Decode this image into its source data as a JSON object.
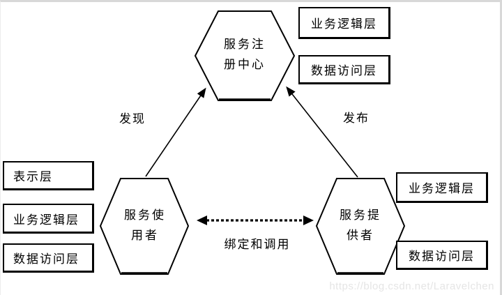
{
  "nodes": {
    "registry": {
      "line1": "服务注",
      "line2": "册中心"
    },
    "consumer": {
      "line1": "服务使",
      "line2": "用者"
    },
    "provider": {
      "line1": "服务提",
      "line2": "供者"
    }
  },
  "edges": {
    "discover": {
      "label": "发现"
    },
    "publish": {
      "label": "发布"
    },
    "bind": {
      "label": "绑定和调用"
    }
  },
  "layers": {
    "left": [
      "表示层",
      "业务逻辑层",
      "数据访问层"
    ],
    "top_right": [
      "业务逻辑层",
      "数据访问层"
    ],
    "bottom_right": [
      "业务逻辑层",
      "数据访问层"
    ]
  },
  "watermark": {
    "text": "https://blog.csdn.net/Laravelchen"
  },
  "colors": {
    "shape_stroke": "#000000",
    "frame_border": "#d8d8d8",
    "watermark_text": "#e5e5e5",
    "background": "#ffffff"
  }
}
